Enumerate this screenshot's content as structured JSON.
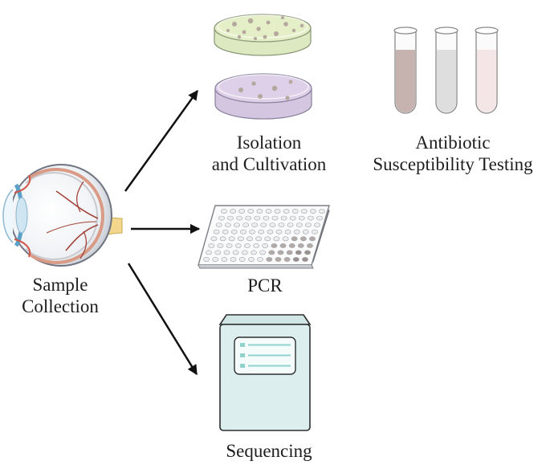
{
  "labels": {
    "sample_line1": "Sample",
    "sample_line2": "Collection",
    "isolation_line1": "Isolation",
    "isolation_line2": "and Cultivation",
    "ast_line1": "Antibiotic",
    "ast_line2": "Susceptibility Testing",
    "pcr": "PCR",
    "sequencing": "Sequencing"
  },
  "icons": [
    "eye-icon",
    "petri-dish-icon",
    "test-tube-icon",
    "pcr-plate-icon",
    "sequencer-icon",
    "arrow-icon"
  ],
  "colors": {
    "text": "#1e1e1e",
    "arrow": "#111111",
    "dish_green": "#e4efc8",
    "dish_purple": "#ddd0e8",
    "colony": "#b5a79e",
    "tube_red": "#c6b3b0",
    "tube_grey": "#dedede",
    "tube_pink": "#f4e6e6",
    "sequencer": "#dcefee",
    "sequencer_outline": "#2e2e2e",
    "sequencer_accent": "#8fd3cd"
  }
}
